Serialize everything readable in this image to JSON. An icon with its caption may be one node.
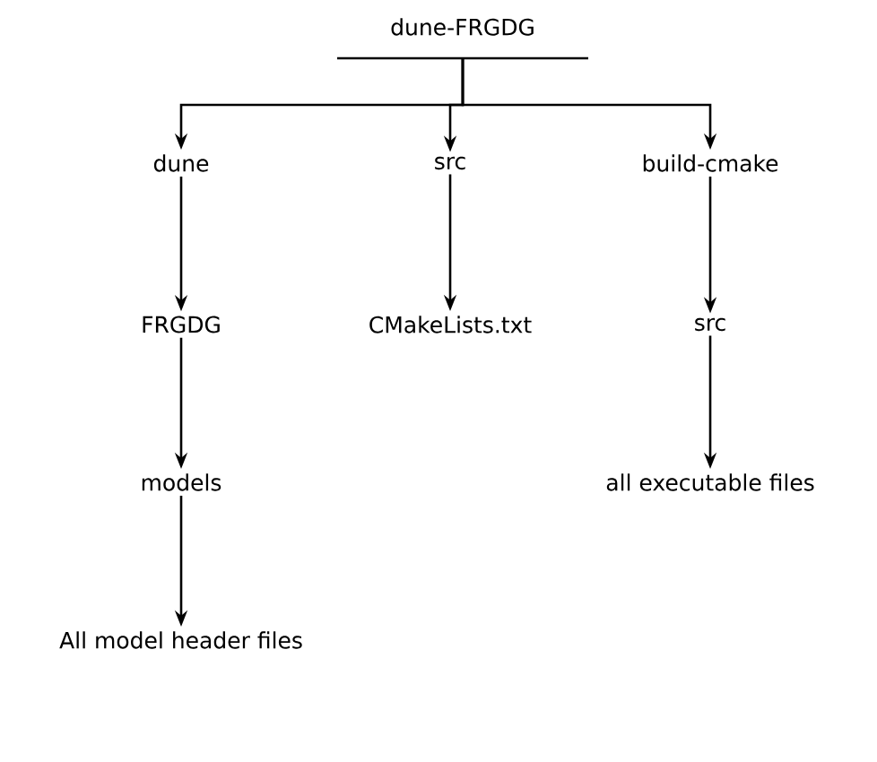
{
  "diagram": {
    "nodes": [
      {
        "text": [
          "dune-FRGDG"
        ]
      },
      {
        "text": [
          "dune"
        ]
      },
      {
        "text": [
          "src"
        ]
      },
      {
        "text": [
          "build-cmake"
        ]
      },
      {
        "text": [
          "FRGDG"
        ]
      },
      {
        "text": [
          "CMakeLists.txt"
        ]
      },
      {
        "text": [
          "src"
        ]
      },
      {
        "text": [
          "models"
        ]
      },
      {
        "text": [
          "all executable files"
        ]
      },
      {
        "text": [
          "All model header files"
        ]
      }
    ],
    "edges": [
      {
        "from": 0,
        "to": 1,
        "arrow": "to"
      },
      {
        "from": 0,
        "to": 2,
        "arrow": "to"
      },
      {
        "from": 0,
        "to": 3,
        "arrow": "to"
      },
      {
        "from": 1,
        "to": 4,
        "arrow": "to"
      },
      {
        "from": 2,
        "to": 5,
        "arrow": "to"
      },
      {
        "from": 3,
        "to": 6,
        "arrow": "to"
      },
      {
        "from": 4,
        "to": 7,
        "arrow": "to"
      },
      {
        "from": 6,
        "to": 8,
        "arrow": "to"
      },
      {
        "from": 7,
        "to": 9,
        "arrow": "to"
      }
    ]
  }
}
